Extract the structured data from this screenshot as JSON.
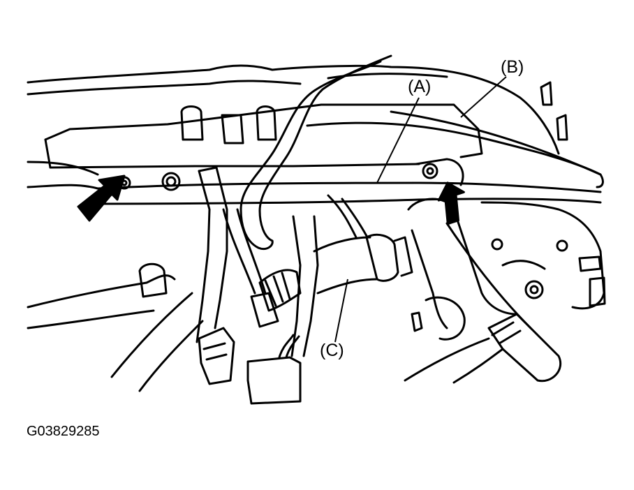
{
  "labels": {
    "a": "(A)",
    "b": "(B)",
    "c": "(C)"
  },
  "figure_code": "G03829285",
  "colors": {
    "ink": "#000000",
    "paper": "#ffffff"
  }
}
